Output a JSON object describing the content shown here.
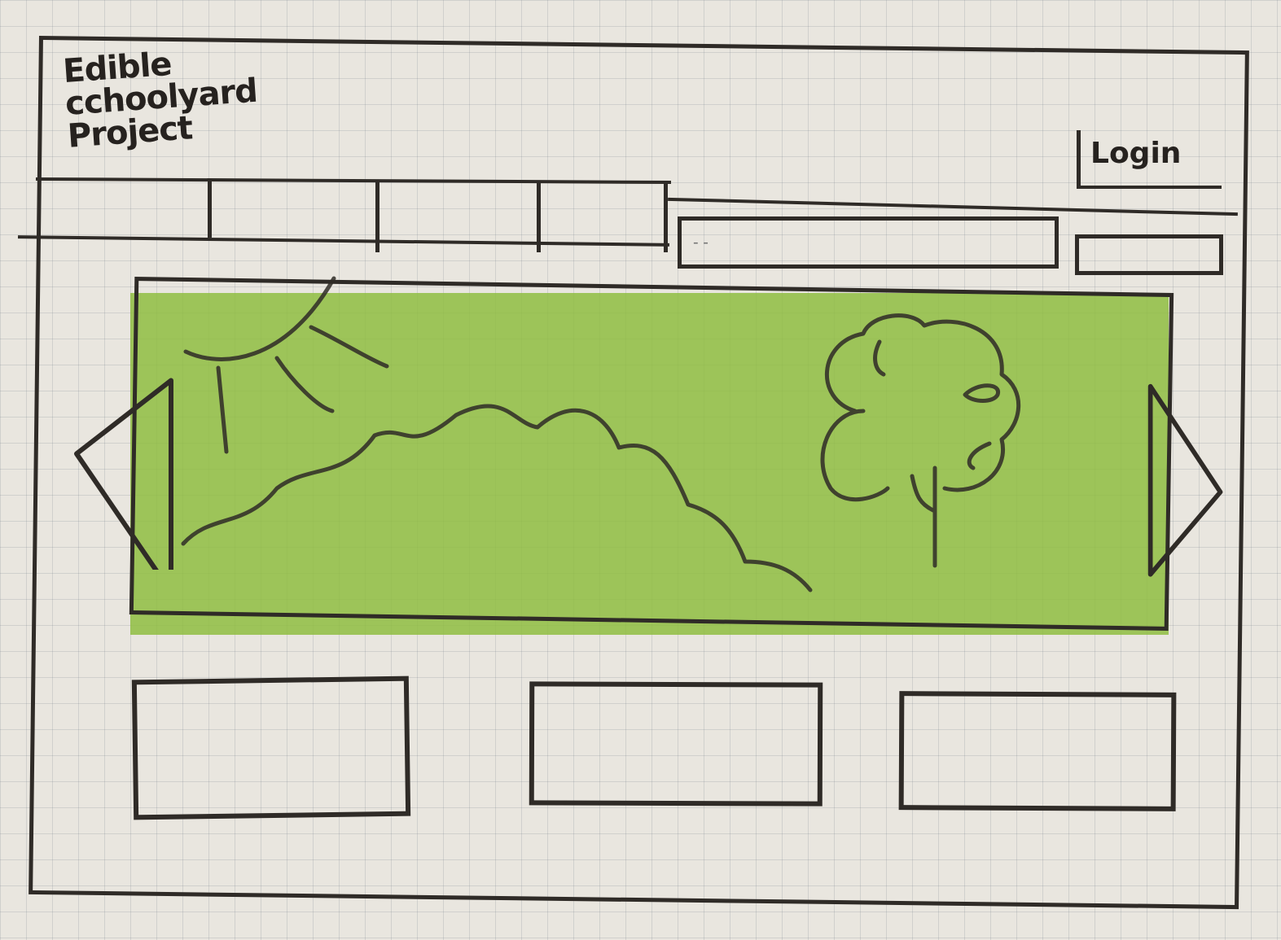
{
  "header": {
    "logo_lines": [
      "Edible",
      "cchoolyard",
      "Project"
    ],
    "login_label": "Login"
  },
  "nav": {
    "tabs": [
      "",
      "",
      "",
      ""
    ]
  },
  "search": {
    "placeholder": "- -",
    "button_label": ""
  },
  "hero": {
    "highlight_color": "#8cbc3c",
    "illustration": [
      "sun-icon",
      "hills-icon",
      "tree-icon"
    ]
  },
  "cards": [
    {
      "label": ""
    },
    {
      "label": ""
    },
    {
      "label": ""
    }
  ],
  "colors": {
    "ink": "#2f2b27",
    "paper": "#e9e6df"
  }
}
